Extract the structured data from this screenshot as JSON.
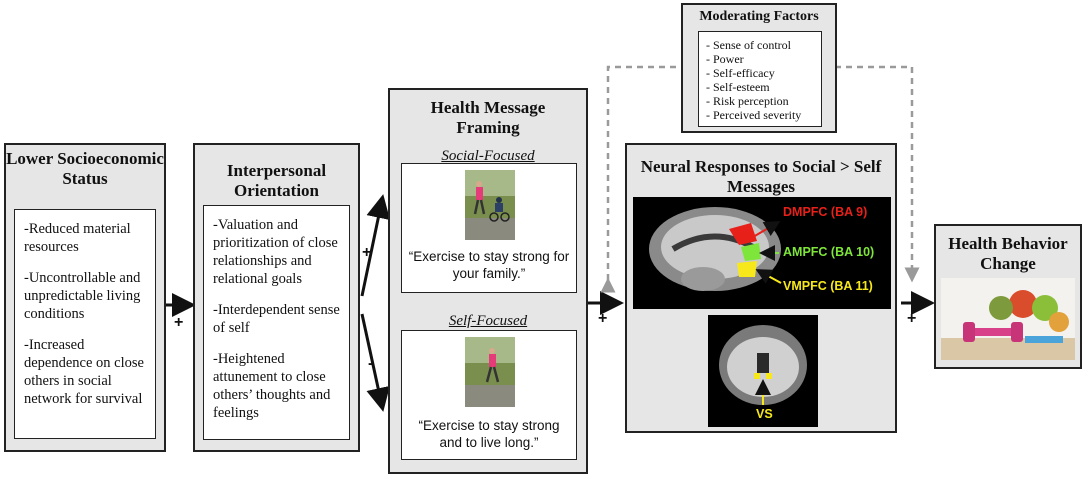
{
  "ses": {
    "title": "Lower Socioeconomic Status",
    "items": [
      "-Reduced material resources",
      "-Uncontrollable and unpredictable living conditions",
      "-Increased dependence on close others in social network for survival"
    ]
  },
  "interpersonal": {
    "title": "Interpersonal Orientation",
    "items": [
      "-Valuation and prioritization of close relationships and relational goals",
      "-Interdependent sense of self",
      "-Heightened attunement to close others’ thoughts and feelings"
    ]
  },
  "framing": {
    "title": "Health Message Framing",
    "social_label": "Social-Focused",
    "social_quote": "“Exercise to stay strong for your family.”",
    "self_label": "Self-Focused",
    "self_quote": "“Exercise to stay strong and to live long.”"
  },
  "moderators": {
    "title": "Moderating Factors",
    "items": [
      "- Sense of control",
      "- Power",
      "- Self-efficacy",
      "- Self-esteem",
      "- Risk perception",
      "- Perceived severity"
    ]
  },
  "neural": {
    "title": "Neural Responses to Social > Self Messages",
    "regions": [
      {
        "label": "DMPFC (BA 9)",
        "color": "#e8201a"
      },
      {
        "label": "AMPFC (BA 10)",
        "color": "#7ee63a"
      },
      {
        "label": "VMPFC (BA 11)",
        "color": "#f7e81c"
      }
    ],
    "vs_label": "VS"
  },
  "behavior": {
    "title": "Health Behavior Change"
  },
  "signs": {
    "ses_to_io": "+",
    "io_to_social": "+",
    "io_to_self": "-",
    "framing_to_neural": "+",
    "neural_to_behavior": "+"
  }
}
